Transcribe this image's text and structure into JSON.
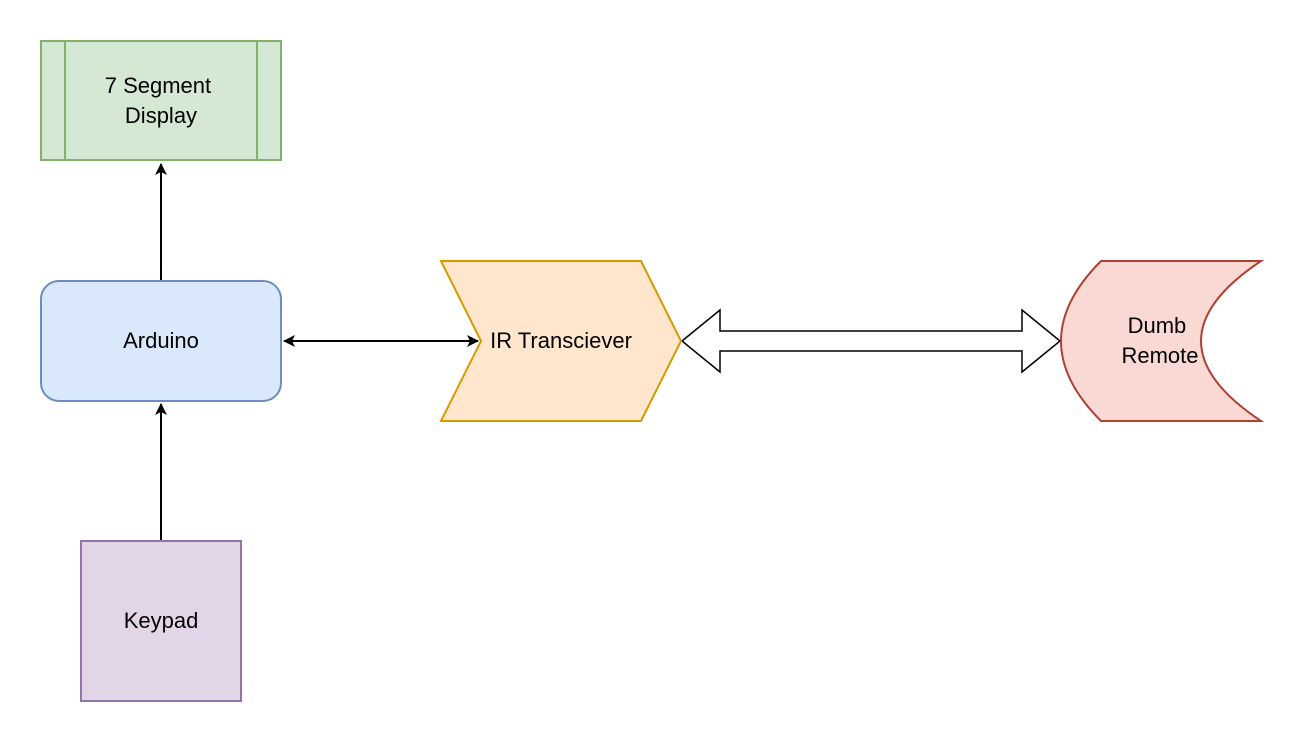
{
  "nodes": {
    "display": {
      "lines": [
        "7 Segment",
        "Display"
      ],
      "fill": "#d5e8d4",
      "stroke": "#82b366"
    },
    "arduino": {
      "lines": [
        "Arduino"
      ],
      "fill": "#dae8fc",
      "stroke": "#6c8ebf"
    },
    "keypad": {
      "lines": [
        "Keypad"
      ],
      "fill": "#e1d5e7",
      "stroke": "#9673a6"
    },
    "ir": {
      "lines": [
        "IR Transciever"
      ],
      "fill": "#ffe6cc",
      "stroke": "#d79b00"
    },
    "remote": {
      "lines": [
        "Dumb",
        "Remote"
      ],
      "fill": "#fad9d5",
      "stroke": "#ae4132"
    }
  },
  "edges": [
    {
      "from": "arduino",
      "to": "display",
      "style": "arrow"
    },
    {
      "from": "keypad",
      "to": "arduino",
      "style": "arrow"
    },
    {
      "from": "arduino",
      "to": "ir",
      "style": "double-arrow"
    },
    {
      "from": "ir",
      "to": "remote",
      "style": "hollow-double-arrow"
    }
  ]
}
